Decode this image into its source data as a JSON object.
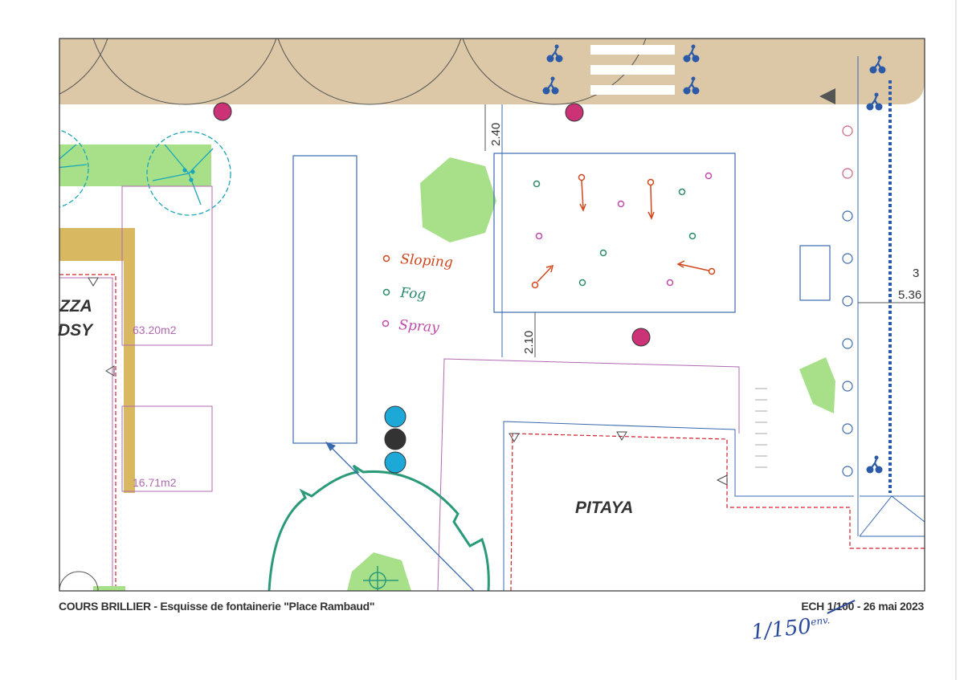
{
  "plan": {
    "dimensions": {
      "d1": "2.40",
      "d2": "2.10",
      "d3": "5.36",
      "d4": "3"
    },
    "areas": {
      "area1": "63.20m2",
      "area2": "16.71m2"
    },
    "buildings": {
      "left_name_line1": "ZZA",
      "left_name_line2": "DSY",
      "right_name": "PITAYA"
    },
    "legend": {
      "items": [
        {
          "label": "Sloping",
          "color": "#d0471c"
        },
        {
          "label": "Fog",
          "color": "#2a8a6a"
        },
        {
          "label": "Spray",
          "color": "#c04aa8"
        }
      ]
    }
  },
  "footer": {
    "title": "COURS BRILLIER - Esquisse de fontainerie \"Place Rambaud\"",
    "scale_prefix": "ECH",
    "scale_struck": "1/100",
    "date": "- 26 mai 2023",
    "scale_handwritten": "1/150",
    "scale_handwritten_suffix": "env."
  },
  "colors": {
    "pavement": "#dcc7a7",
    "planting": "#a8e08a",
    "tree": "#1aa6b8",
    "canopy": "#2a9a7a",
    "plan_blue": "#3a6ab0",
    "boundary_magenta": "#b06ab0",
    "boundary_red": "#d02030",
    "marker_pink": "#cc3377",
    "cyclist_blue": "#2a5aa8",
    "ochre": "#d8b860"
  }
}
